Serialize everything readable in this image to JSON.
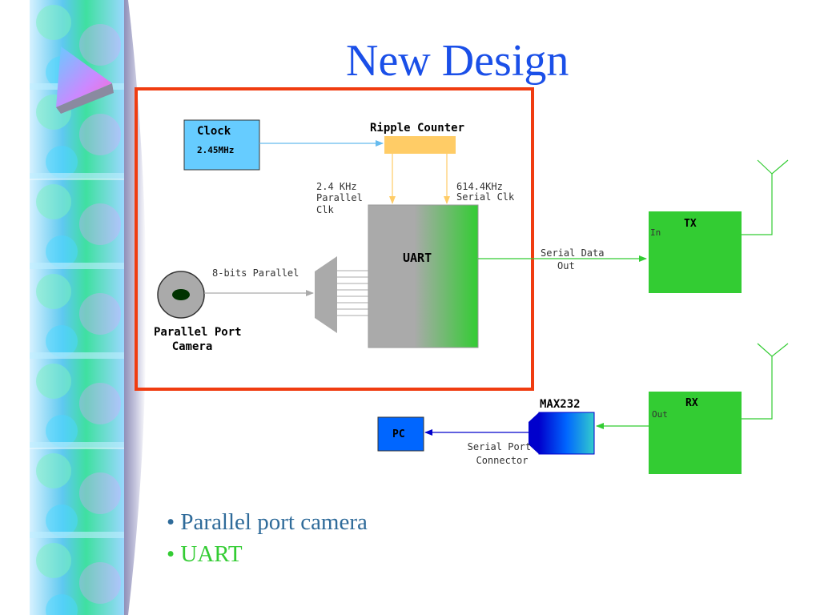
{
  "slide": {
    "title": "New Design",
    "bullets": [
      {
        "text": "Parallel port camera",
        "color": "#2f6b9a"
      },
      {
        "text": "UART",
        "color": "#33cc33"
      }
    ],
    "bullet_glyph": "•"
  },
  "diagram": {
    "clock": {
      "label": "Clock",
      "freq": "2.45MHz"
    },
    "ripple_counter": {
      "label": "Ripple Counter"
    },
    "parallel_clk": {
      "lines": [
        "2.4 KHz",
        "Parallel",
        "Clk"
      ]
    },
    "serial_clk": {
      "lines": [
        "614.4KHz",
        "Serial Clk"
      ]
    },
    "uart": {
      "label": "UART"
    },
    "eight_bits": {
      "label": "8-bits Parallel"
    },
    "camera": {
      "lines": [
        "Parallel Port",
        "Camera"
      ]
    },
    "serial_data_out": {
      "lines": [
        "Serial Data",
        "Out"
      ]
    },
    "tx": {
      "label": "TX",
      "port": "In"
    },
    "rx": {
      "label": "RX",
      "port": "Out"
    },
    "max232": {
      "label": "MAX232"
    },
    "pc": {
      "label": "PC"
    },
    "serial_port_connector": {
      "lines": [
        "Serial Port",
        "Connector"
      ]
    }
  },
  "colors": {
    "title": "#1a4fe8",
    "frame": "#f03c10",
    "clock_fill": "#66ccff",
    "counter_fill": "#ffcc66",
    "green_block": "#33cc33",
    "pc_fill": "#0066ff",
    "arrow_blue": "#66bbee",
    "arrow_orange": "#ffcc66",
    "arrow_green": "#33cc33",
    "arrow_gray": "#aaaaaa",
    "arrow_navy": "#0000cc"
  }
}
